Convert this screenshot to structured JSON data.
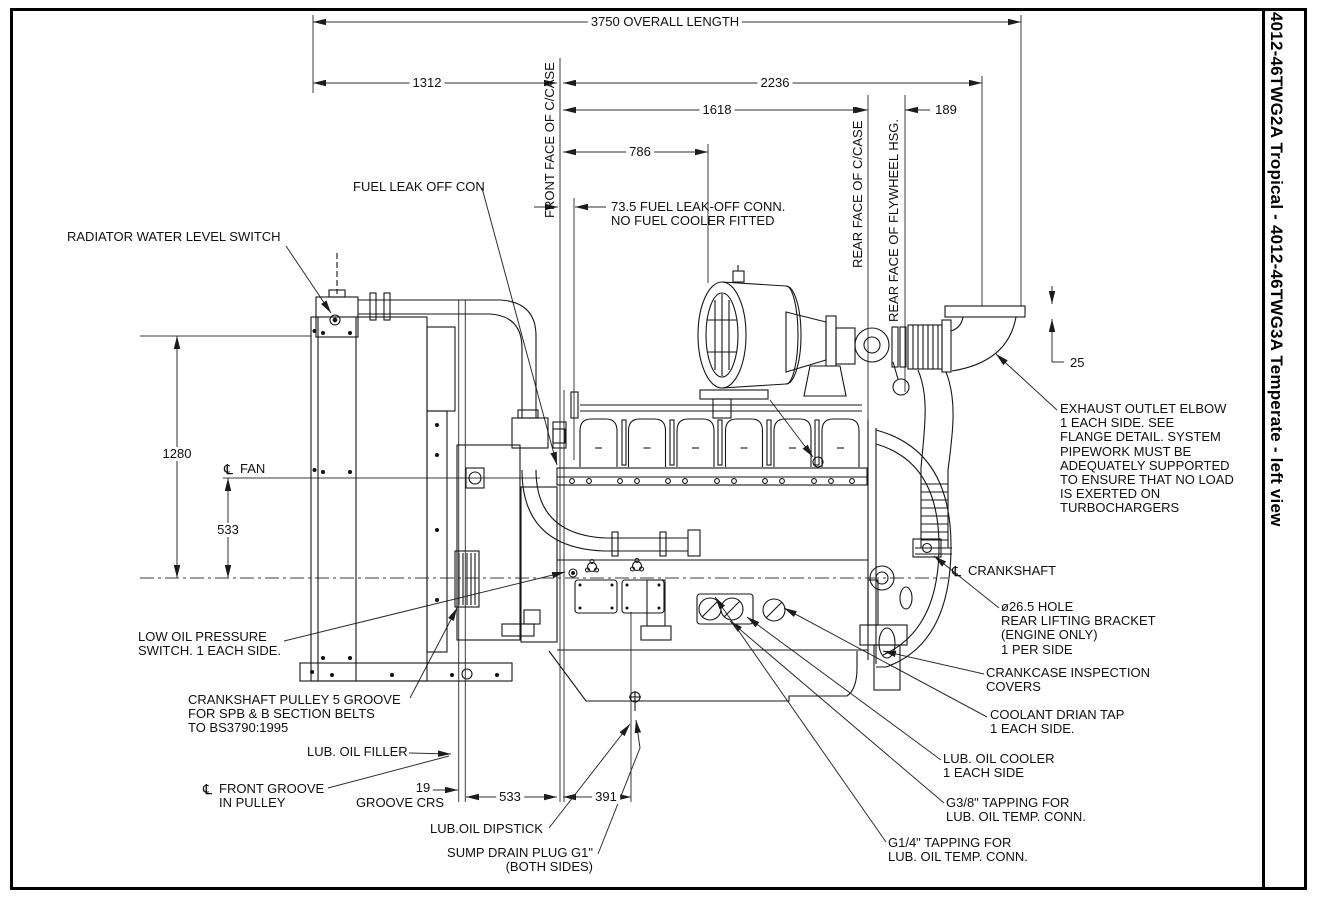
{
  "frame": {
    "title": "4012-46TWG2A Tropical - 4012-46TWG3A Temperate - left view"
  },
  "dims": {
    "overall": "3750 OVERALL LENGTH",
    "d1312": "1312",
    "d2236": "2236",
    "d1618": "1618",
    "d189": "189",
    "d786": "786",
    "leak_note": "73.5  FUEL LEAK-OFF CONN.\nNO FUEL COOLER FITTED",
    "d25": "25",
    "d1280": "1280",
    "d533v": "533",
    "d19": "19",
    "groove_crs": "GROOVE CRS",
    "d533b": "533",
    "d391": "391"
  },
  "faces": {
    "front_ccase": "FRONT FACE OF C/CASE",
    "rear_ccase": "REAR FACE OF C/CASE",
    "rear_flywheel": "REAR FACE OF FLYWHEEL HSG."
  },
  "center": {
    "cl": "℄",
    "fan": "FAN",
    "crankshaft": "CRANKSHAFT"
  },
  "callouts": {
    "radiator_switch": "RADIATOR WATER LEVEL SWITCH",
    "fuel_leak": "FUEL LEAK OFF CON",
    "exhaust": "EXHAUST OUTLET ELBOW\n1 EACH SIDE. SEE\nFLANGE DETAIL. SYSTEM\nPIPEWORK MUST BE\nADEQUATELY SUPPORTED\nTO ENSURE THAT NO LOAD\nIS EXERTED ON\nTURBOCHARGERS",
    "lifting": "ø26.5 HOLE\nREAR LIFTING BRACKET\n(ENGINE ONLY)\n1 PER SIDE",
    "crankcase": "CRANKCASE INSPECTION\nCOVERS",
    "coolant": "COOLANT DRIAN TAP\n1 EACH SIDE.",
    "oil_cooler": "LUB. OIL COOLER\n1 EACH SIDE",
    "g38": "G3/8\" TAPPING FOR\nLUB. OIL TEMP. CONN.",
    "g14": "G1/4\" TAPPING FOR\nLUB. OIL TEMP. CONN.",
    "low_oil": "LOW OIL PRESSURE\nSWITCH. 1 EACH SIDE.",
    "pulley": "CRANKSHAFT PULLEY 5 GROOVE\nFOR SPB & B SECTION BELTS\nTO BS3790:1995",
    "oil_filler": "LUB. OIL FILLER",
    "front_groove": "FRONT GROOVE\nIN PULLEY",
    "dipstick": "LUB.OIL DIPSTICK",
    "sump": "SUMP DRAIN PLUG G1\"\n(BOTH SIDES)"
  }
}
